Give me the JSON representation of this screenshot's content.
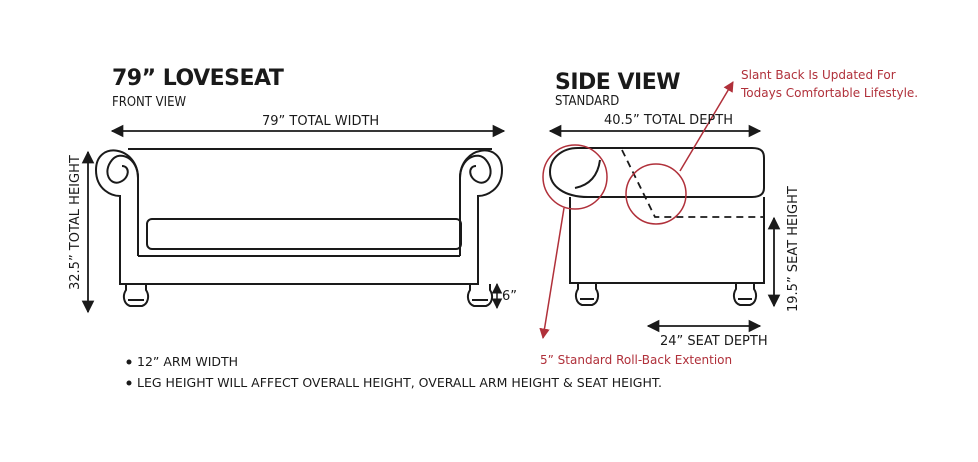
{
  "front": {
    "title": "79” LOVESEAT",
    "subtitle": "FRONT VIEW",
    "total_width": "79” TOTAL WIDTH",
    "total_height": "32.5” TOTAL HEIGHT",
    "leg_height": "6”"
  },
  "side": {
    "title": "SIDE VIEW",
    "subtitle": "STANDARD",
    "total_depth": "40.5” TOTAL DEPTH",
    "seat_height": "19.5” SEAT HEIGHT",
    "seat_depth": "24” SEAT DEPTH"
  },
  "notes": {
    "slant_line1": "Slant Back Is Updated For",
    "slant_line2": "Todays Comfortable Lifestyle.",
    "rollback": "5” Standard Roll-Back Extention"
  },
  "bullets": [
    "12” ARM WIDTH",
    "LEG HEIGHT WILL AFFECT OVERALL HEIGHT, OVERALL ARM HEIGHT & SEAT HEIGHT."
  ],
  "colors": {
    "line": "#1a1a1a",
    "accent": "#b0303a"
  }
}
